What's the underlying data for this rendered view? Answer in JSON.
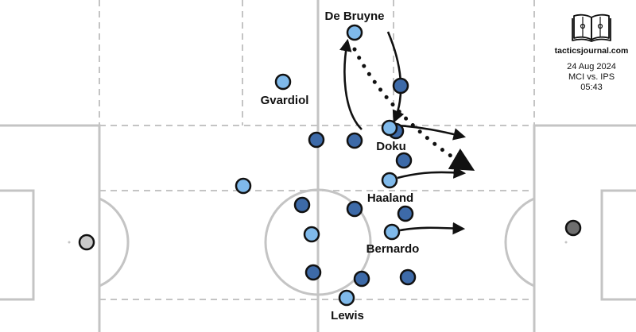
{
  "pitch": {
    "line_color": "#c4c4c4",
    "dash_color": "#c4c4c4",
    "team_a_color": "#7fb9ea",
    "team_b_color": "#3d6aa8",
    "ball_left_color": "#c9c9c9",
    "ball_right_color": "#6e6e6e"
  },
  "header": {
    "logo_icon": "open-book-pitch-icon",
    "site": "tacticsjournal.com",
    "date": "24 Aug 2024",
    "match": "MCI vs. IPS",
    "time": "05:43"
  },
  "players": [
    {
      "name": "De Bruyne",
      "team": "a"
    },
    {
      "name": "Gvardiol",
      "team": "a"
    },
    {
      "name": "Doku",
      "team": "a"
    },
    {
      "name": "Haaland",
      "team": "a"
    },
    {
      "name": "Bernardo",
      "team": "a"
    },
    {
      "name": "Lewis",
      "team": "a"
    },
    {
      "name": "",
      "team": "a"
    },
    {
      "name": "",
      "team": "a"
    },
    {
      "name": "",
      "team": "b"
    },
    {
      "name": "",
      "team": "b"
    },
    {
      "name": "",
      "team": "b"
    },
    {
      "name": "",
      "team": "b"
    },
    {
      "name": "",
      "team": "b"
    },
    {
      "name": "",
      "team": "b"
    },
    {
      "name": "",
      "team": "b"
    },
    {
      "name": "",
      "team": "b"
    },
    {
      "name": "",
      "team": "b"
    },
    {
      "name": "",
      "team": "b"
    },
    {
      "name": "",
      "team": "b"
    }
  ],
  "movements": [
    {
      "type": "run",
      "from": "De Bruyne"
    },
    {
      "type": "run",
      "from": "opponent"
    },
    {
      "type": "pass",
      "from": "De Bruyne"
    },
    {
      "type": "run",
      "from": "Doku"
    },
    {
      "type": "run",
      "from": "Haaland"
    },
    {
      "type": "run",
      "from": "Bernardo"
    }
  ]
}
